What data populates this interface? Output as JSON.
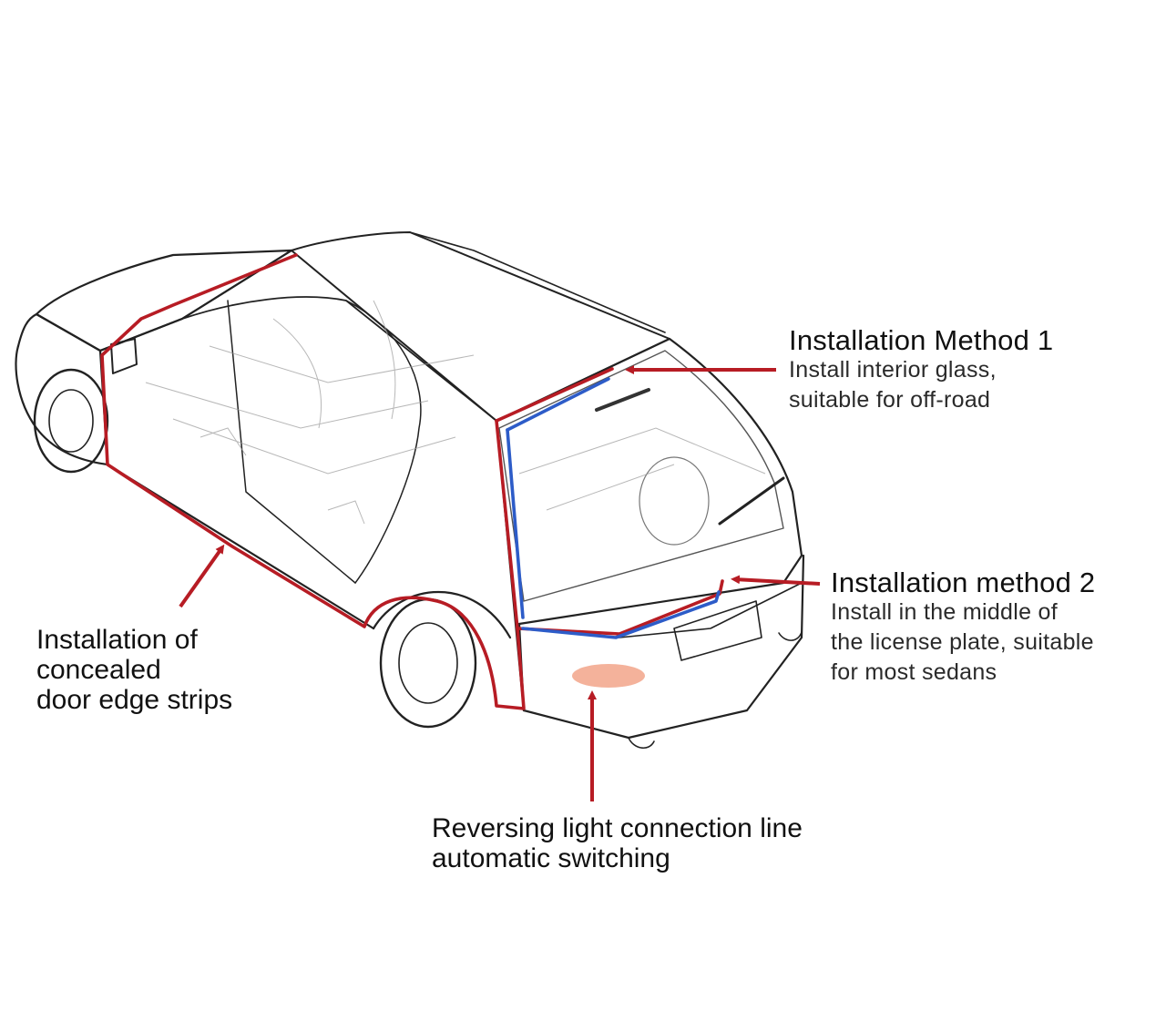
{
  "annotations": {
    "method1": {
      "title": "Installation Method 1",
      "lines": [
        "Install interior glass,",
        "suitable for off-road"
      ]
    },
    "method2": {
      "title": "Installation method 2",
      "lines": [
        "Install in the middle of",
        "the license plate, suitable",
        "for most sedans"
      ]
    },
    "door_strips": {
      "lines": [
        "Installation of",
        "concealed",
        "door edge strips"
      ]
    },
    "reversing": {
      "lines": [
        "Reversing light connection line",
        "automatic switching"
      ]
    }
  },
  "colors": {
    "wire_red": "#b71c24",
    "wire_blue": "#2d5cc8",
    "arrow_red": "#b71c24",
    "outline": "#222222",
    "light": "#9a9a9a",
    "reverse_light_glow": "#f2a58a"
  }
}
